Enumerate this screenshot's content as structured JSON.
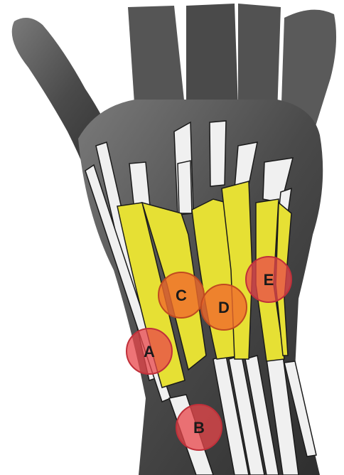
{
  "colors": {
    "background": "#ffffff",
    "skin_dark": "#3f3f3f",
    "skin_mid": "#6a6a6a",
    "skin_light": "#8c8c8c",
    "tendon": "#f0f0f0",
    "tendon_outline": "#1a1a1a",
    "sheath": "#e6e034",
    "marker_red": "#e8464a",
    "marker_orange": "#f06a2c"
  },
  "markers": [
    {
      "id": "A",
      "label": "A",
      "color": "marker_red"
    },
    {
      "id": "B",
      "label": "B",
      "color": "marker_red"
    },
    {
      "id": "C",
      "label": "C",
      "color": "marker_orange"
    },
    {
      "id": "D",
      "label": "D",
      "color": "marker_orange"
    },
    {
      "id": "E",
      "label": "E",
      "color": "marker_red"
    }
  ]
}
